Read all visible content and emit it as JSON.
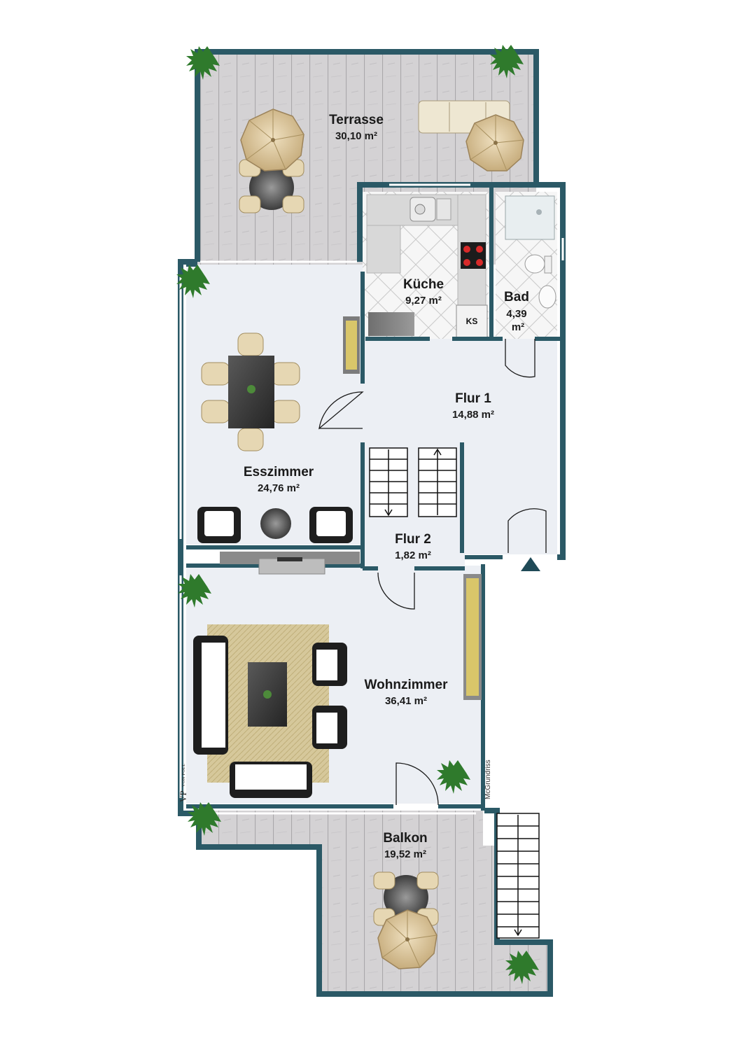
{
  "colors": {
    "wall": "#2b5966",
    "floor": "#eceff4",
    "deck": "#d2d0d2",
    "tile": "#f4f4f4",
    "text": "#1a1a1a"
  },
  "rooms": {
    "terrasse": {
      "name": "Terrasse",
      "area": "30,10 m²"
    },
    "kueche": {
      "name": "Küche",
      "area": "9,27 m²"
    },
    "bad": {
      "name": "Bad",
      "area_line1": "4,39",
      "area_line2": "m²"
    },
    "esszimmer": {
      "name": "Esszimmer",
      "area": "24,76 m²"
    },
    "flur1": {
      "name": "Flur 1",
      "area": "14,88 m²"
    },
    "flur2": {
      "name": "Flur 2",
      "area": "1,82 m²"
    },
    "wohnzimmer": {
      "name": "Wohnzimmer",
      "area": "36,41 m²"
    },
    "balkon": {
      "name": "Balkon",
      "area": "19,52 m²"
    }
  },
  "labels": {
    "ks": "KS",
    "credit": "McGrundriss",
    "logo_main": "VP",
    "logo_sub": "VON POLL"
  },
  "icons": {
    "plant": "potted-plant-icon",
    "parasol": "parasol-icon",
    "stairs": "staircase-icon",
    "entrance": "entrance-arrow-icon"
  }
}
